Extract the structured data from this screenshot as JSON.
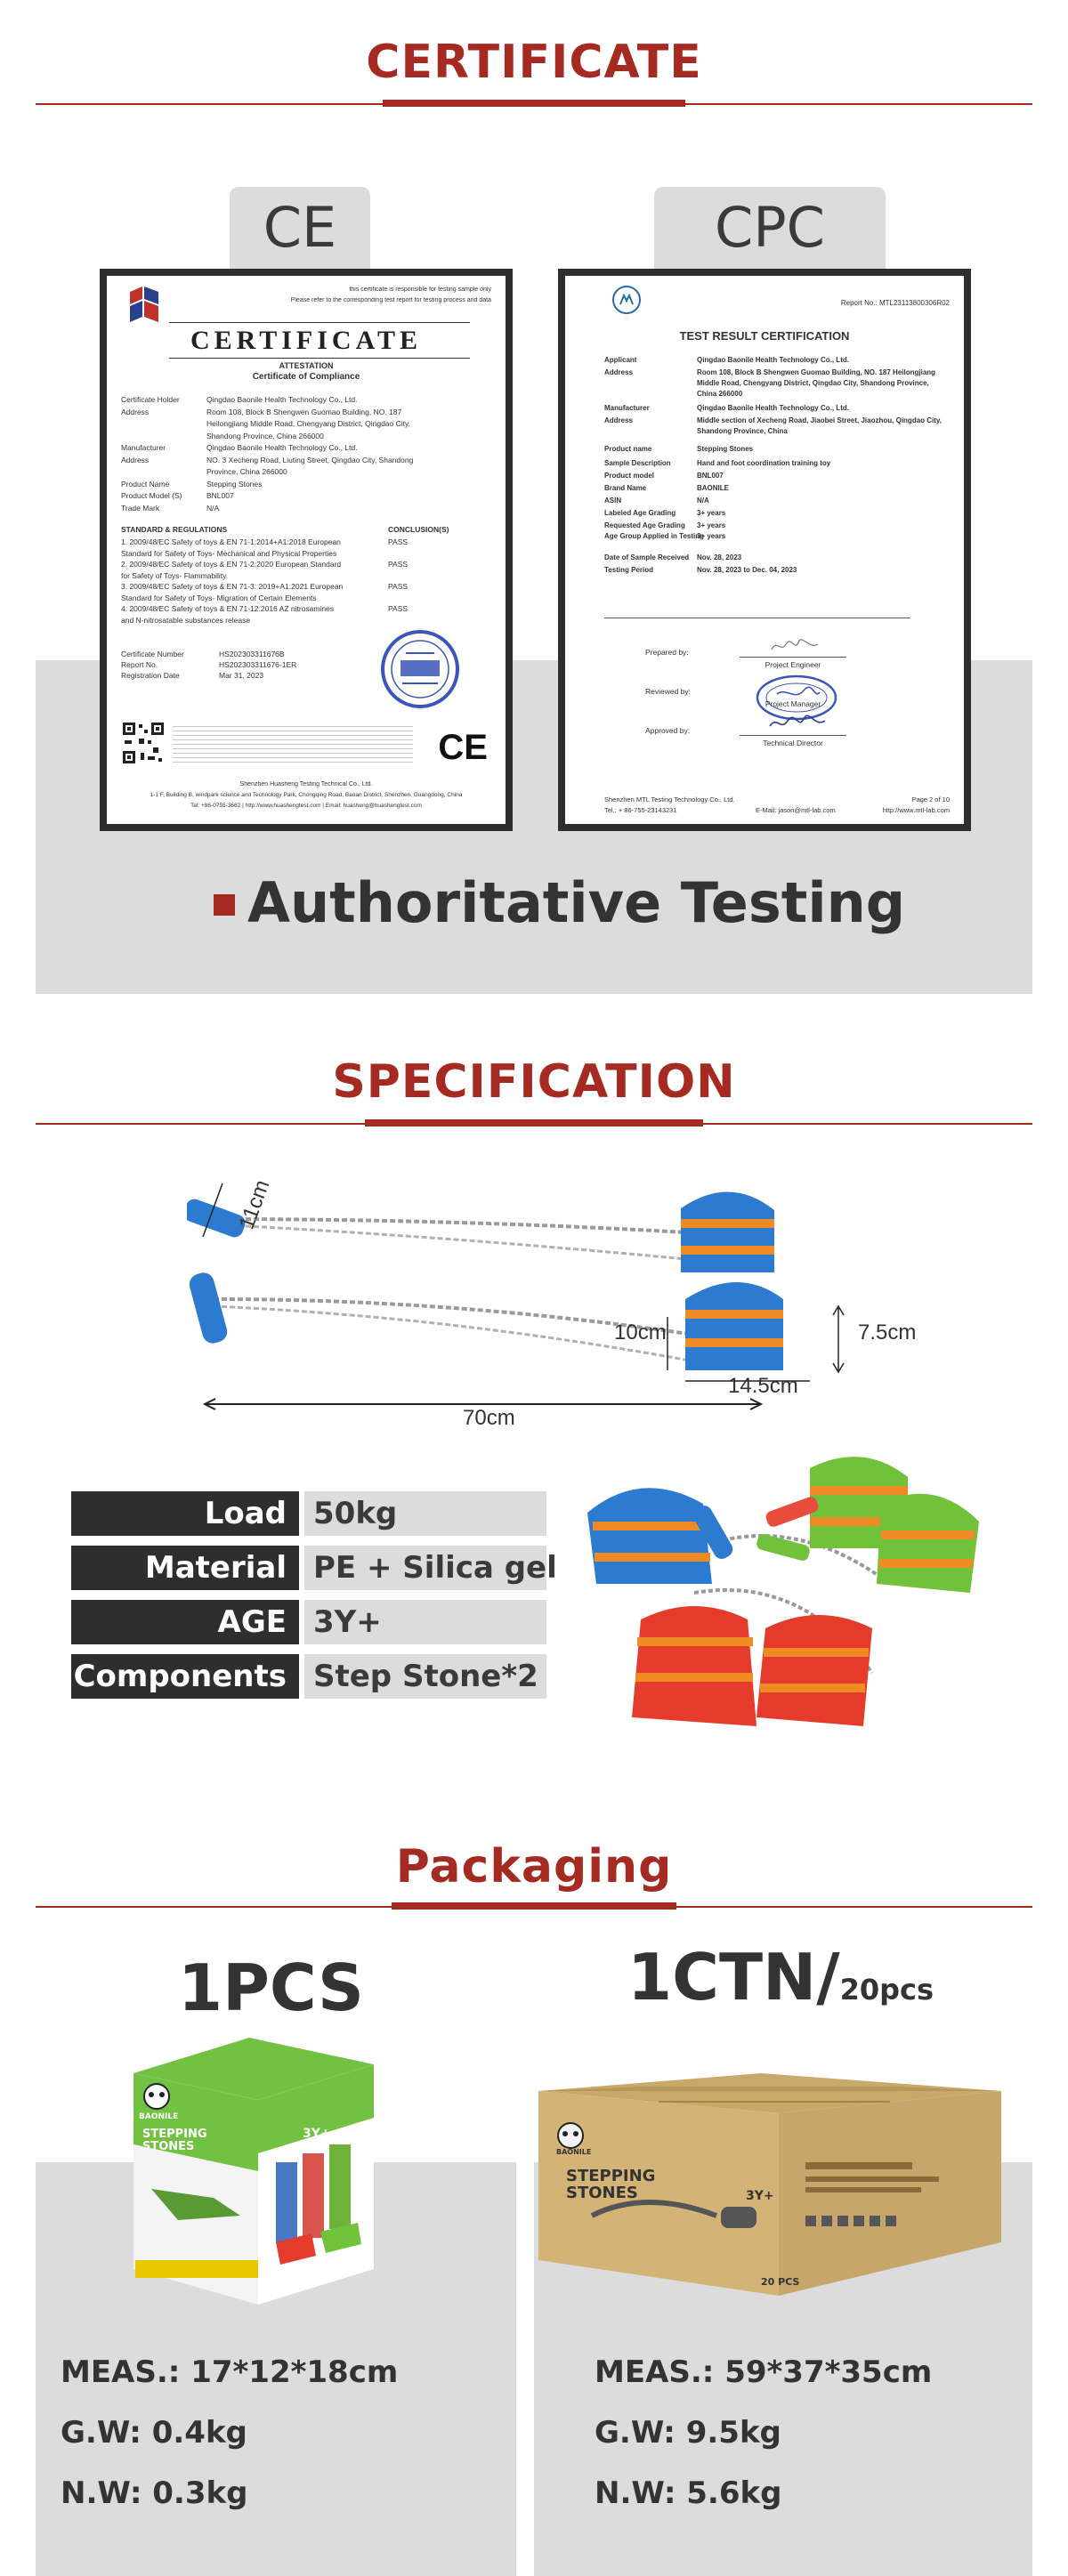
{
  "certificate": {
    "title": "CERTIFICATE",
    "ce_tab": "CE",
    "cpc_tab": "CPC",
    "ce_doc": {
      "header_note": "this certificate is responsible for testing sample only",
      "header_note2": "Please refer to the corresponding test report for testing process and data",
      "title": "CERTIFICATE",
      "attestation": "ATTESTATION",
      "subtitle": "Certificate of Compliance",
      "fields": [
        {
          "k": "Certificate Holder",
          "v": "Qingdao Baonile Health Technology Co., Ltd."
        },
        {
          "k": "Address",
          "v": "Room 108, Block B Shengwen Guomao Building, NO. 187"
        },
        {
          "k": "",
          "v": "Heilongjiang Middle Road, Chengyang District, Qingdao City,"
        },
        {
          "k": "",
          "v": "Shandong Province, China 266000"
        },
        {
          "k": "Manufacturer",
          "v": "Qingdao Baonile Health Technology Co., Ltd."
        },
        {
          "k": "Address",
          "v": "NO. 3 Xecheng Road, Liuting Street, Qingdao City, Shandong"
        },
        {
          "k": "",
          "v": "Province, China 266000"
        },
        {
          "k": "Product Name",
          "v": "Stepping Stones"
        },
        {
          "k": "Product Model (S)",
          "v": "BNL007"
        },
        {
          "k": "Trade Mark",
          "v": "N/A"
        }
      ],
      "standards_head": "STANDARD & REGULATIONS",
      "conclusion_head": "CONCLUSION(S)",
      "standards": [
        {
          "t": "1. 2009/48/EC Safety of toys & EN 71-1:2014+A1:2018 European",
          "r": "PASS"
        },
        {
          "t": "Standard for Safety of Toys- Mechanical and Physical Properties",
          "r": ""
        },
        {
          "t": "2. 2009/48/EC Safety of toys & EN 71-2:2020 European Standard",
          "r": "PASS"
        },
        {
          "t": "for Safety of Toys- Flammability",
          "r": ""
        },
        {
          "t": "3. 2009/48/EC Safety of toys & EN 71-3: 2019+A1:2021 European",
          "r": "PASS"
        },
        {
          "t": "Standard for Safety of Toys- Migration of Certain Elements",
          "r": ""
        },
        {
          "t": "4. 2009/48/EC Safety of toys & EN 71-12:2016 AZ nitrosamines",
          "r": "PASS"
        },
        {
          "t": "and N-nitrosatable substances release",
          "r": ""
        }
      ],
      "cert_no_k": "Certificate Number",
      "cert_no_v": "HS202303311676B",
      "report_no_k": "Report No.",
      "report_no_v": "HS202303311676-1ER",
      "reg_date_k": "Registration Date",
      "reg_date_v": "Mar 31, 2023",
      "footer1": "Shenzhen Huasheng Testing Technical Co., Ltd.",
      "footer2": "1-1 F, Building B, windpark science and Technology Park, Chongqing Road, Baoan District, Shenzhen, Guangdong, China",
      "footer3": "Tel: +86-0755-3662 | http://www.huashengtest.com | Email: huasheng@huashengtest.com",
      "ce_mark": "CE"
    },
    "cpc_doc": {
      "report_no": "Report No.: MTL23113800306R02",
      "title": "TEST RESULT CERTIFICATION",
      "fields": [
        {
          "k": "Applicant",
          "v": "Qingdao Baonile Health Technology Co., Ltd."
        },
        {
          "k": "Address",
          "v": "Room 108, Block B Shengwen Guomao Building, NO. 187 Heilongjiang"
        },
        {
          "k": "",
          "v": "Middle Road, Chengyang District, Qingdao City, Shandong Province,"
        },
        {
          "k": "",
          "v": "China 266000"
        },
        {
          "k": "Manufacturer",
          "v": "Qingdao Baonile Health Technology Co., Ltd."
        },
        {
          "k": "Address",
          "v": "Middle section of Xecheng Road, Jiaobei Street, Jiaozhou, Qingdao City,"
        },
        {
          "k": "",
          "v": "Shandong Province, China"
        },
        {
          "k": "Product name",
          "v": "Stepping Stones"
        },
        {
          "k": "Sample Description",
          "v": "Hand and foot coordination training toy"
        },
        {
          "k": "Product model",
          "v": "BNL007"
        },
        {
          "k": "Brand Name",
          "v": "BAONILE"
        },
        {
          "k": "ASIN",
          "v": "N/A"
        },
        {
          "k": "Labeled Age Grading",
          "v": "3+ years"
        },
        {
          "k": "Requested Age Grading",
          "v": "3+ years"
        },
        {
          "k": "Age Group Applied in Testing",
          "v": "3+ years"
        },
        {
          "k": "Date of Sample Received",
          "v": "Nov. 28, 2023"
        },
        {
          "k": "Testing Period",
          "v": "Nov. 28, 2023 to Dec. 04, 2023"
        }
      ],
      "prepared_by": "Prepared by:",
      "project_engineer": "Project Engineer",
      "reviewed_by": "Reviewed by:",
      "project_manager": "Project Manager",
      "approved_by": "Approved by:",
      "technical_director": "Technical Director",
      "footer_left": "Shenzhen MTL Testing Technology Co., Ltd.",
      "footer_page": "Page 2 of 10",
      "footer_tel": "Tel.: + 86-755-23143231",
      "footer_email": "E-Mail: jason@mtl-lab.com",
      "footer_web": "http://www.mtl-lab.com"
    },
    "banner": "Authoritative Testing"
  },
  "specification": {
    "title": "SPECIFICATION",
    "dims": {
      "handle": "11cm",
      "height": "10cm",
      "side": "7.5cm",
      "depth": "14.5cm",
      "length": "70cm"
    },
    "rows": [
      {
        "key": "Load",
        "value": "50kg"
      },
      {
        "key": "Material",
        "value": "PE + Silica gel"
      },
      {
        "key": "AGE",
        "value": "3Y+"
      },
      {
        "key": "Components",
        "value": "Step Stone*2"
      }
    ]
  },
  "packaging": {
    "title": "Packaging",
    "left": {
      "qty": "1PCS",
      "meas": "MEAS.: 17*12*18cm",
      "gw": "G.W: 0.4kg",
      "nw": "N.W: 0.3kg",
      "box_brand": "BAONILE",
      "box_title": "STEPPING STONES",
      "box_age": "3Y+"
    },
    "right": {
      "qty": "1CTN/",
      "qty_suffix": "20pcs",
      "meas": "MEAS.: 59*37*35cm",
      "gw": "G.W: 9.5kg",
      "nw": "N.W: 5.6kg",
      "box_brand": "BAONILE",
      "box_title": "STEPPING STONES",
      "box_age": "3Y+",
      "box_count": "20 PCS"
    }
  }
}
